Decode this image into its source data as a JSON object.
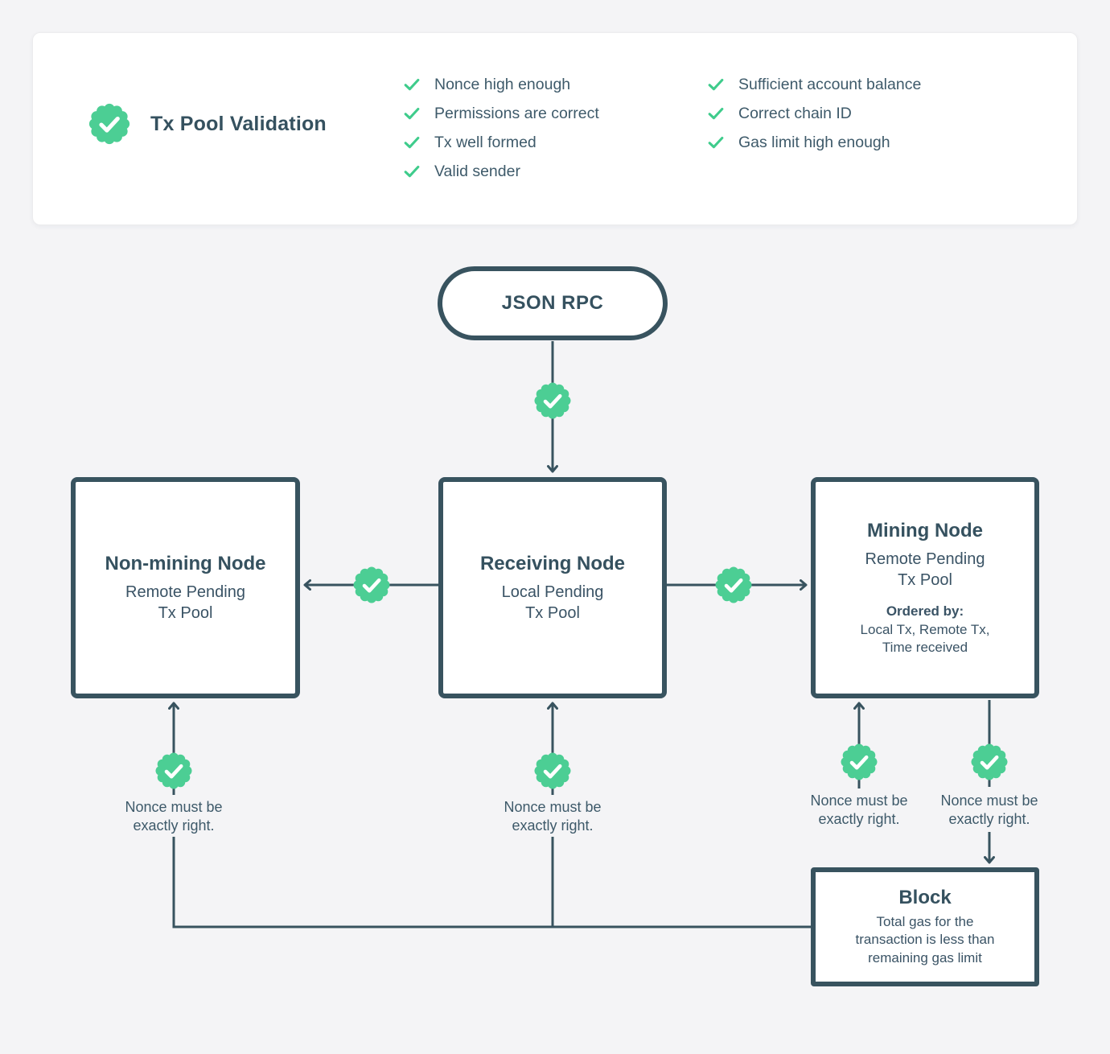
{
  "validation": {
    "title": "Tx Pool Validation",
    "checks_left": [
      "Nonce high enough",
      "Permissions are correct",
      "Tx well formed",
      "Valid sender"
    ],
    "checks_right": [
      "Sufficient account balance",
      "Correct chain ID",
      "Gas limit high enough"
    ]
  },
  "flow": {
    "entry_label": "JSON RPC",
    "non_mining_node": {
      "title": "Non-mining Node",
      "subtitle": "Remote Pending\nTx Pool"
    },
    "receiving_node": {
      "title": "Receiving Node",
      "subtitle": "Local Pending\nTx Pool"
    },
    "mining_node": {
      "title": "Mining Node",
      "subtitle": "Remote Pending\nTx Pool",
      "ordered_by_label": "Ordered by:",
      "ordered_by_values": "Local Tx, Remote Tx,\nTime received"
    },
    "block_node": {
      "title": "Block",
      "note": "Total gas for the\ntransaction is less than\nremaining gas limit"
    },
    "nonce_note": "Nonce must be\nexactly right."
  },
  "colors": {
    "accent_green": "#4CCE94",
    "slate": "#38535F",
    "page_background": "#F4F4F6",
    "card_background": "#FFFFFF"
  }
}
